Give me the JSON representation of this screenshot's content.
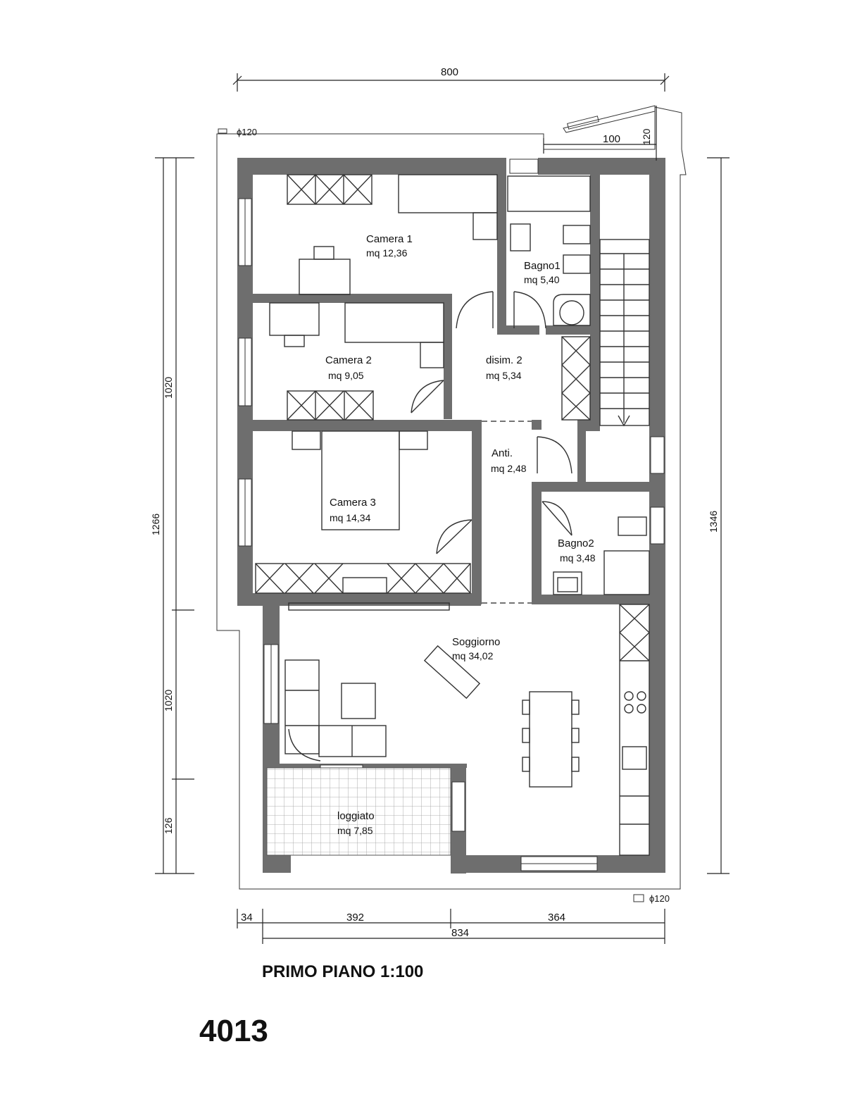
{
  "drawing": {
    "title": "PRIMO PIANO 1:100",
    "code": "4013"
  },
  "dimensions": {
    "top_width": "800",
    "top_offset": "100",
    "top_projection": "120",
    "left_total": "1266",
    "left_upper": "1020",
    "left_lower": "1020",
    "left_bottom": "126",
    "right_total": "1346",
    "bottom_a": "34",
    "bottom_b": "392",
    "bottom_c": "364",
    "bottom_total": "834"
  },
  "notes": {
    "drain_top": "ϕ120",
    "drain_bottom": "ϕ120"
  },
  "rooms": {
    "camera1": {
      "name": "Camera 1",
      "area": "mq 12,36"
    },
    "bagno1": {
      "name": "Bagno1",
      "area": "mq 5,40"
    },
    "camera2": {
      "name": "Camera 2",
      "area": "mq 9,05"
    },
    "disim2": {
      "name": "disim. 2",
      "area": "mq 5,34"
    },
    "anti": {
      "name": "Anti.",
      "area": "mq 2,48"
    },
    "camera3": {
      "name": "Camera 3",
      "area": "mq 14,34"
    },
    "bagno2": {
      "name": "Bagno2",
      "area": "mq 3,48"
    },
    "soggiorno": {
      "name": "Soggiorno",
      "area": "mq 34,02"
    },
    "loggiato": {
      "name": "loggiato",
      "area": "mq 7,85"
    }
  }
}
